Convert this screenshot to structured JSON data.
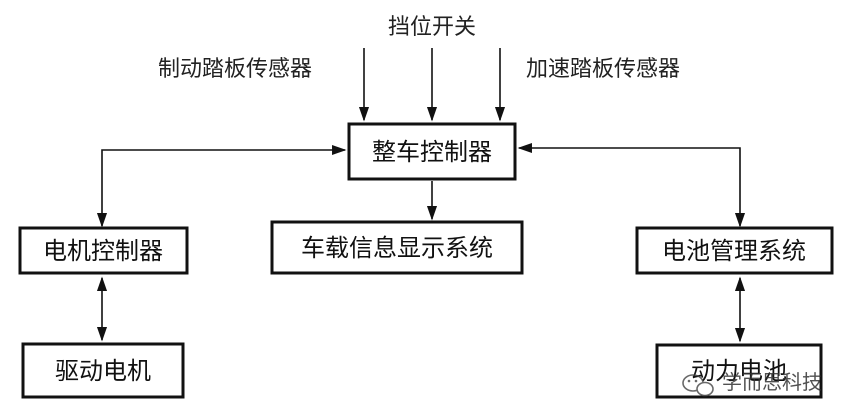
{
  "inputs": {
    "gear_switch": "挡位开关",
    "brake_pedal_sensor": "制动踏板传感器",
    "accel_pedal_sensor": "加速踏板传感器"
  },
  "boxes": {
    "vcu": "整车控制器",
    "motor_controller": "电机控制器",
    "display_system": "车载信息显示系统",
    "bms": "电池管理系统",
    "drive_motor": "驱动电机",
    "power_battery": "动力电池"
  },
  "watermark": "学而思科技"
}
